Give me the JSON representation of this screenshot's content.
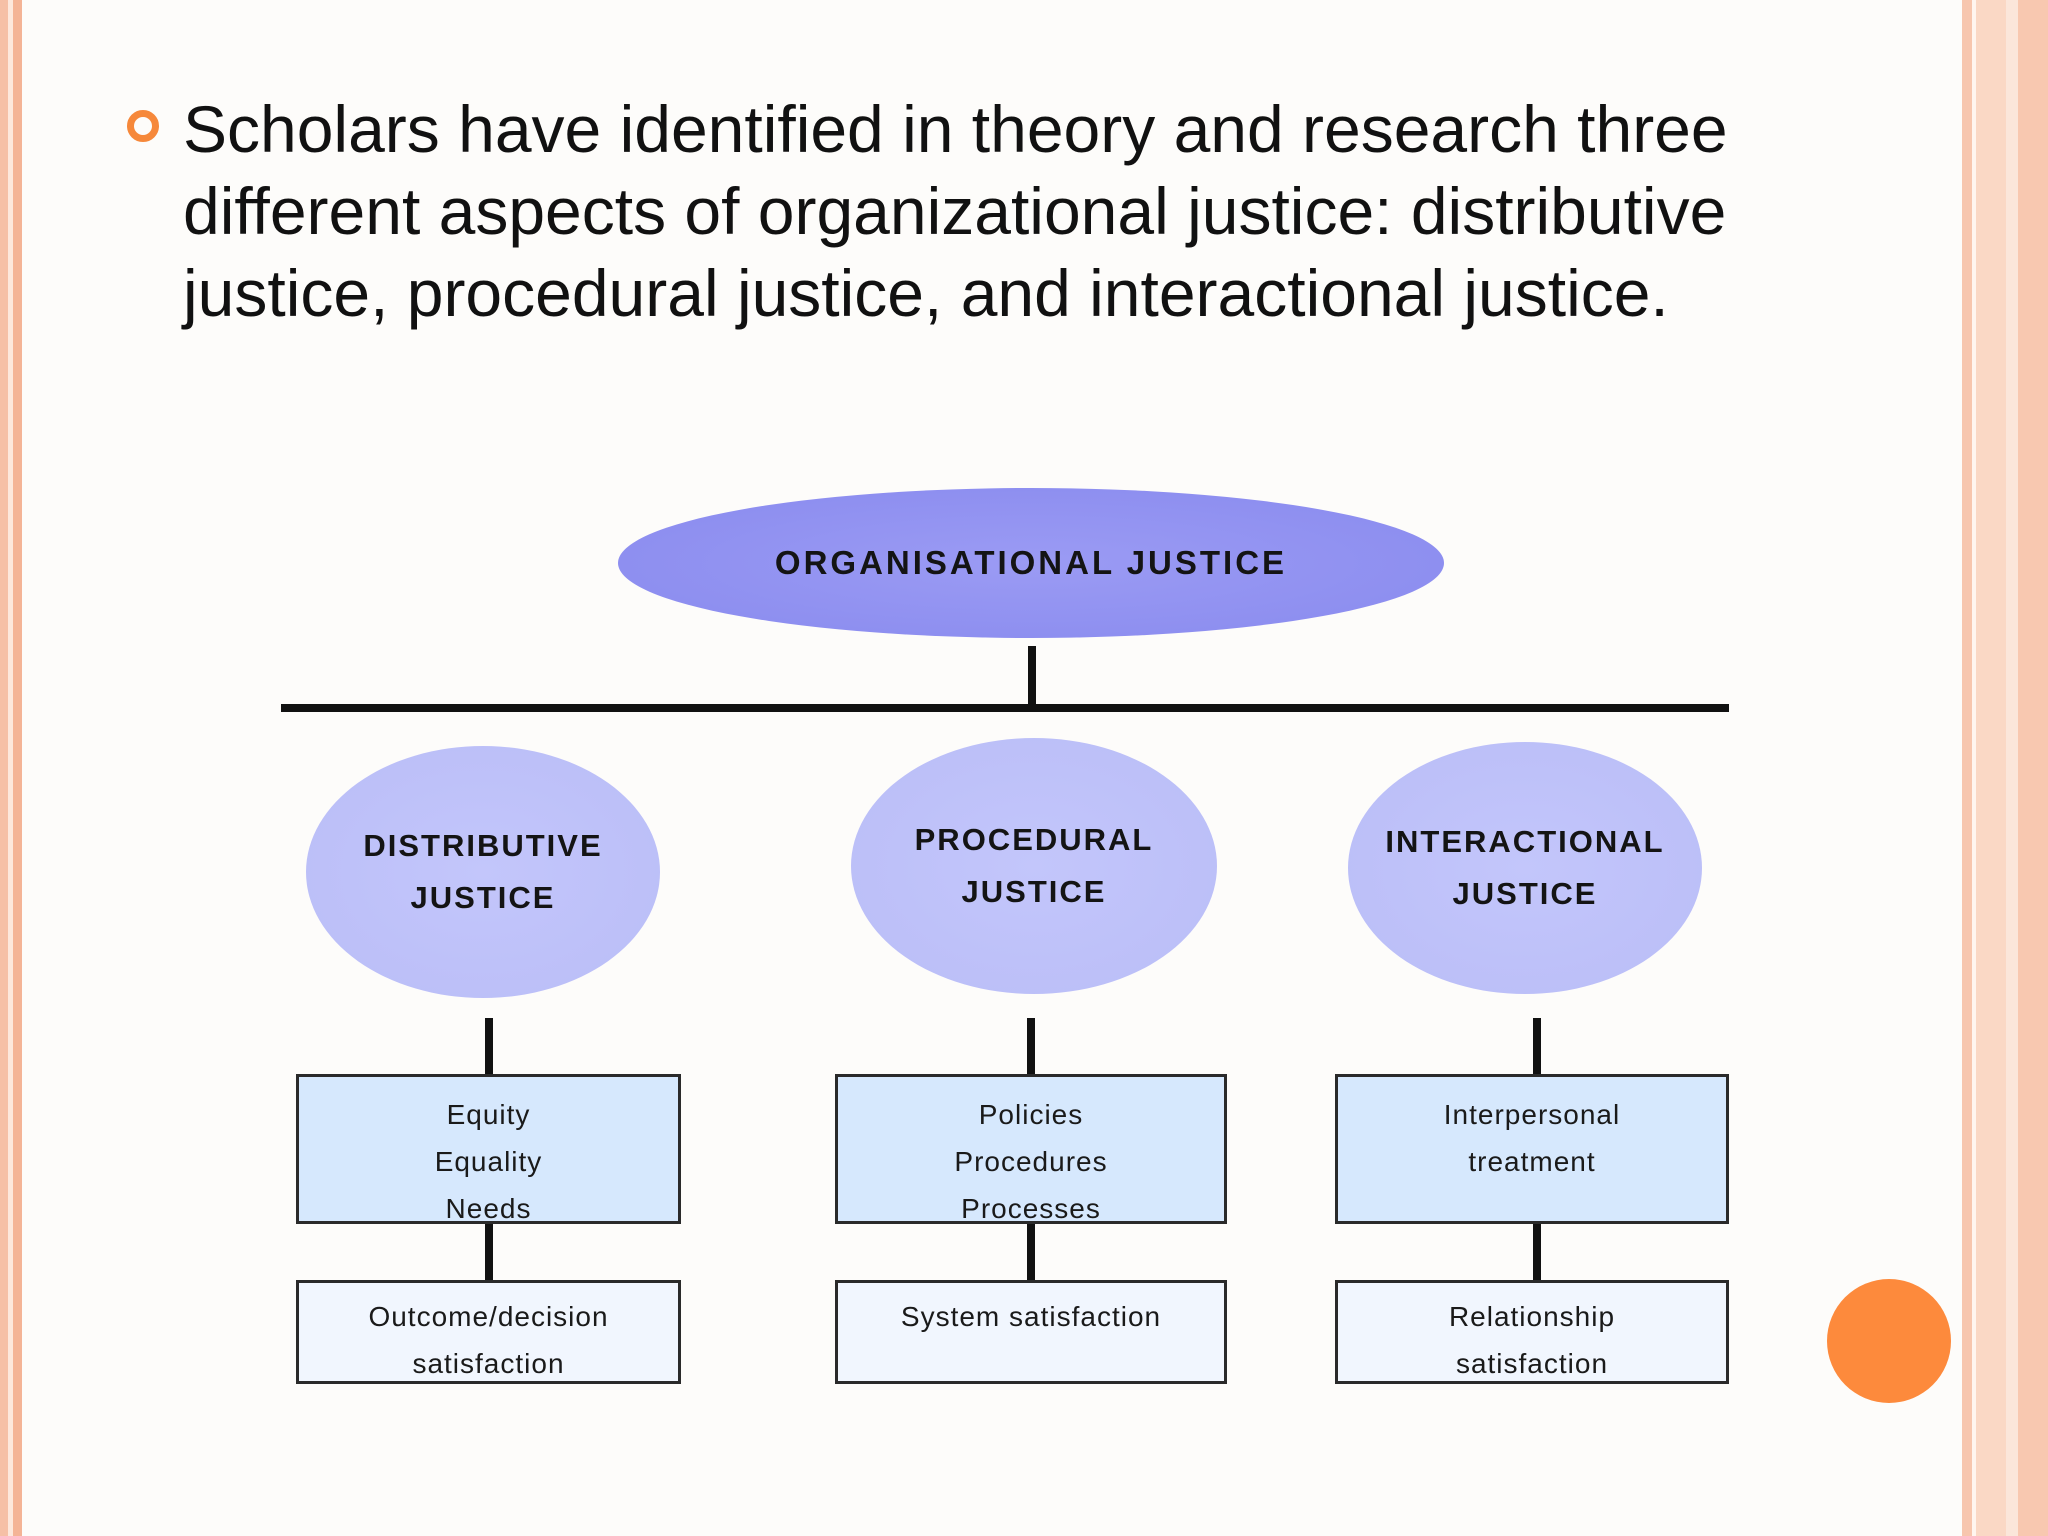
{
  "slide": {
    "bullet_text": "Scholars have identified in theory and research three different aspects of organizational justice: distributive justice, procedural justice, and interactional justice."
  },
  "diagram": {
    "root": {
      "label": "ORGANISATIONAL JUSTICE"
    },
    "branches": [
      {
        "title_lines": [
          "DISTRIBUTIVE",
          "JUSTICE"
        ],
        "items": [
          "Equity",
          "Equality",
          "Needs"
        ],
        "outcome_lines": [
          "Outcome/decision",
          "satisfaction"
        ]
      },
      {
        "title_lines": [
          "PROCEDURAL",
          "JUSTICE"
        ],
        "items": [
          "Policies",
          "Procedures",
          "Processes"
        ],
        "outcome_lines": [
          "System satisfaction"
        ]
      },
      {
        "title_lines": [
          "INTERACTIONAL",
          "JUSTICE"
        ],
        "items": [
          "Interpersonal",
          "treatment"
        ],
        "outcome_lines": [
          "Relationship",
          "satisfaction"
        ]
      }
    ]
  },
  "colors": {
    "accent_orange": "#fd8a3c",
    "root_ellipse": "#8e8ff0",
    "branch_ellipse": "#bcbff8",
    "item_box": "#d6e8fd",
    "outcome_box": "#f1f6fe"
  }
}
